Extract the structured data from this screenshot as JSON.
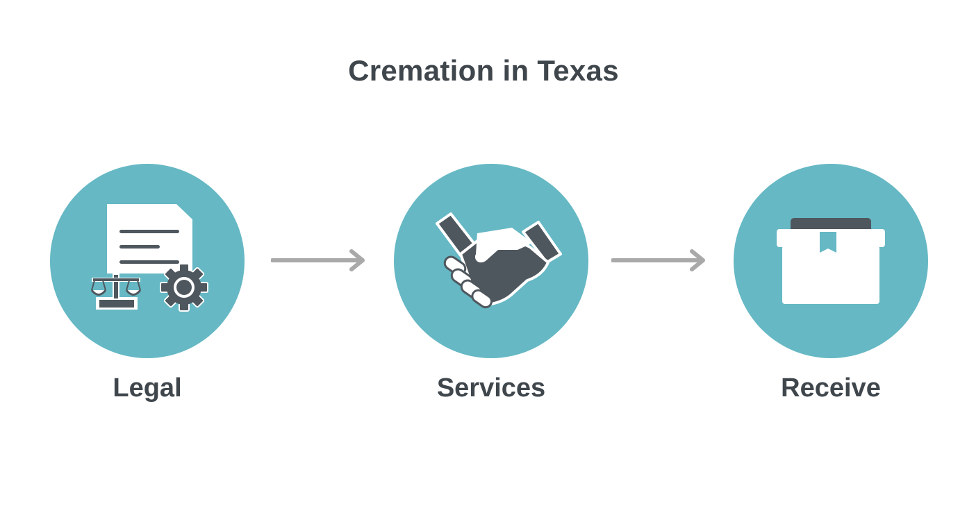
{
  "title": "Cremation in Texas",
  "steps": [
    {
      "label": "Legal",
      "icon": "document-scales-gear-icon"
    },
    {
      "label": "Services",
      "icon": "handshake-icon"
    },
    {
      "label": "Receive",
      "icon": "box-icon"
    }
  ],
  "colors": {
    "circle": "#65b8c4",
    "text": "#3f464c",
    "icon_dark": "#4f575e",
    "arrow": "#a9a9a9"
  }
}
